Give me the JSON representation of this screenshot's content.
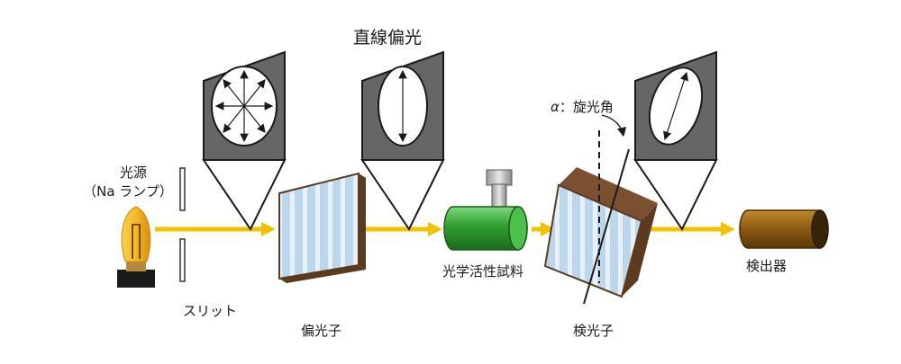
{
  "labels": {
    "linear_polarized": "直線偏光",
    "rotation_symbol": "α",
    "rotation_text": "：旋光角",
    "light_source_line1": "光源",
    "light_source_line2": "（Na ランプ）",
    "slit": "スリット",
    "polarizer": "偏光子",
    "sample": "光学活性試料",
    "analyzer": "検光子",
    "detector": "検出器"
  },
  "colors": {
    "beam": "#f2c200",
    "panel": "#666666",
    "plate_glass": "#bcd6ec",
    "plate_stripe": "#e8f1f9",
    "plate_frame": "#5b3a1f",
    "sample_tube": "#2e9e2e",
    "cap_gray": "#aaaaaa",
    "detector": "#8a5a12",
    "lamp_bulb": "#f3b728"
  }
}
